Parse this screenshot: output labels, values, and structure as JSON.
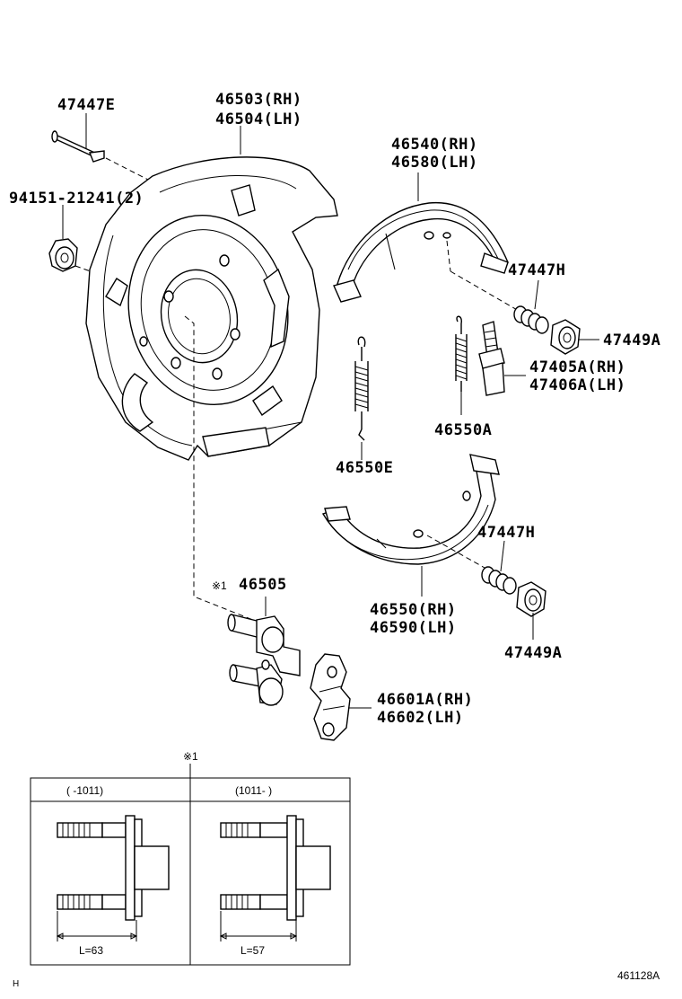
{
  "labels": {
    "pin_47447E": "47447E",
    "plate_rh": "46503(RH)",
    "plate_lh": "46504(LH)",
    "bolt_94151": "94151-21241(2)",
    "shoe_upper_rh": "46540(RH)",
    "shoe_upper_lh": "46580(LH)",
    "spring_47447H_upper": "47447H",
    "cup_47449A_upper": "47449A",
    "adjuster_rh": "47405A(RH)",
    "adjuster_lh": "47406A(LH)",
    "spring_46550A": "46550A",
    "spring_46550E": "46550E",
    "spring_47447H_lower": "47447H",
    "shoe_lower_rh": "46550(RH)",
    "shoe_lower_lh": "46590(LH)",
    "cup_47449A_lower": "47449A",
    "bellcrank_mark": "※1",
    "bellcrank": "46505",
    "lever_rh": "46601A(RH)",
    "lever_lh": "46602(LH)"
  },
  "inset": {
    "mark": "※1",
    "col_left_header": "(     -1011)",
    "col_right_header": "(1011-      )",
    "left_dim": "L=63",
    "right_dim": "L=57"
  },
  "footer": {
    "corner_letter": "H",
    "diagram_id": "461128A"
  }
}
